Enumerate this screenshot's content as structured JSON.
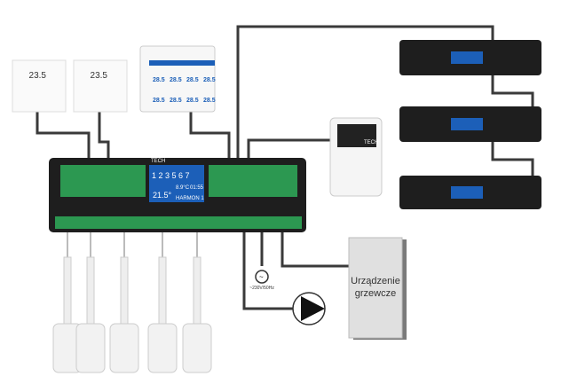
{
  "thermostats": [
    {
      "value": "23.5"
    },
    {
      "value": "23.5"
    }
  ],
  "panel": {
    "tiles": [
      "28.5",
      "28.5",
      "28.5",
      "28.5",
      "28.5",
      "28.5",
      "28.5",
      "28.5"
    ]
  },
  "controller": {
    "logo": "TECH",
    "zones": [
      "1",
      "2",
      "3",
      "",
      "5",
      "6",
      "7"
    ],
    "temp_main": "21.5°",
    "temp_out": "8.9°C",
    "time": "01:55",
    "mode": "HARMON 1"
  },
  "extra_module": {
    "logo": "TECH"
  },
  "power": {
    "label": "~230V/50Hz"
  },
  "heater": {
    "label_line1": "Urządzenie",
    "label_line2": "grzewcze"
  },
  "colors": {
    "wire": "#3a3a3a",
    "controller": "#1e1e1e",
    "terminal_green": "#2fae5a",
    "screen": "#1c5fb8",
    "heater": "#d9d9d9"
  }
}
